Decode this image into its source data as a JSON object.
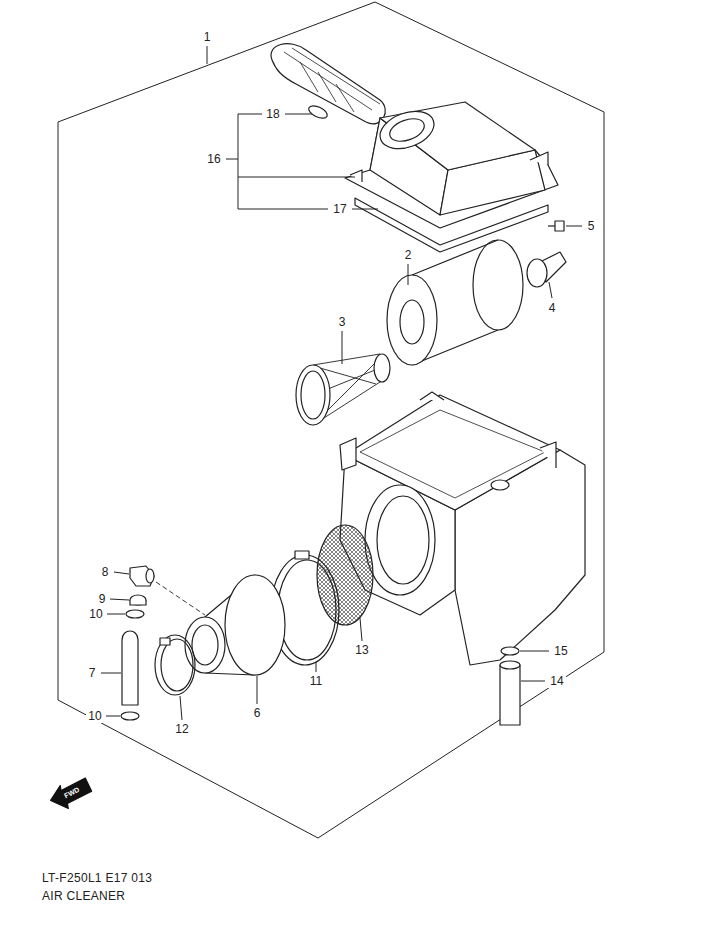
{
  "diagram": {
    "labels": [
      "1",
      "18",
      "16",
      "17",
      "5",
      "2",
      "4",
      "3",
      "8",
      "9",
      "10",
      "7",
      "15",
      "14",
      "13",
      "11",
      "6",
      "12",
      "10",
      "FWD",
      "LT-F250L1 E17 013",
      "AIR CLEANER"
    ]
  }
}
